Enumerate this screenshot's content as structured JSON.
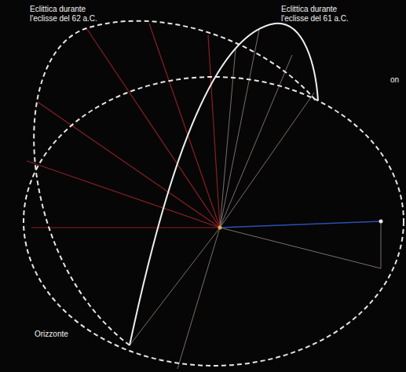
{
  "diagram": {
    "labels": [
      "Eclittica durante l'eclisse del 62 a.C.",
      "Eclittica durante l'eclisse del 61 a.C.",
      "Orizzonte",
      "on"
    ]
  }
}
